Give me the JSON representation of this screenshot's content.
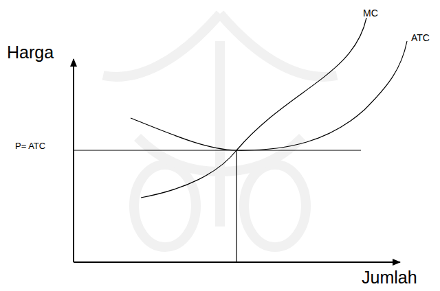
{
  "diagram": {
    "labels": [
      "Harga",
      "Jumlah",
      "MC",
      "ATC",
      "P= ATC"
    ]
  }
}
